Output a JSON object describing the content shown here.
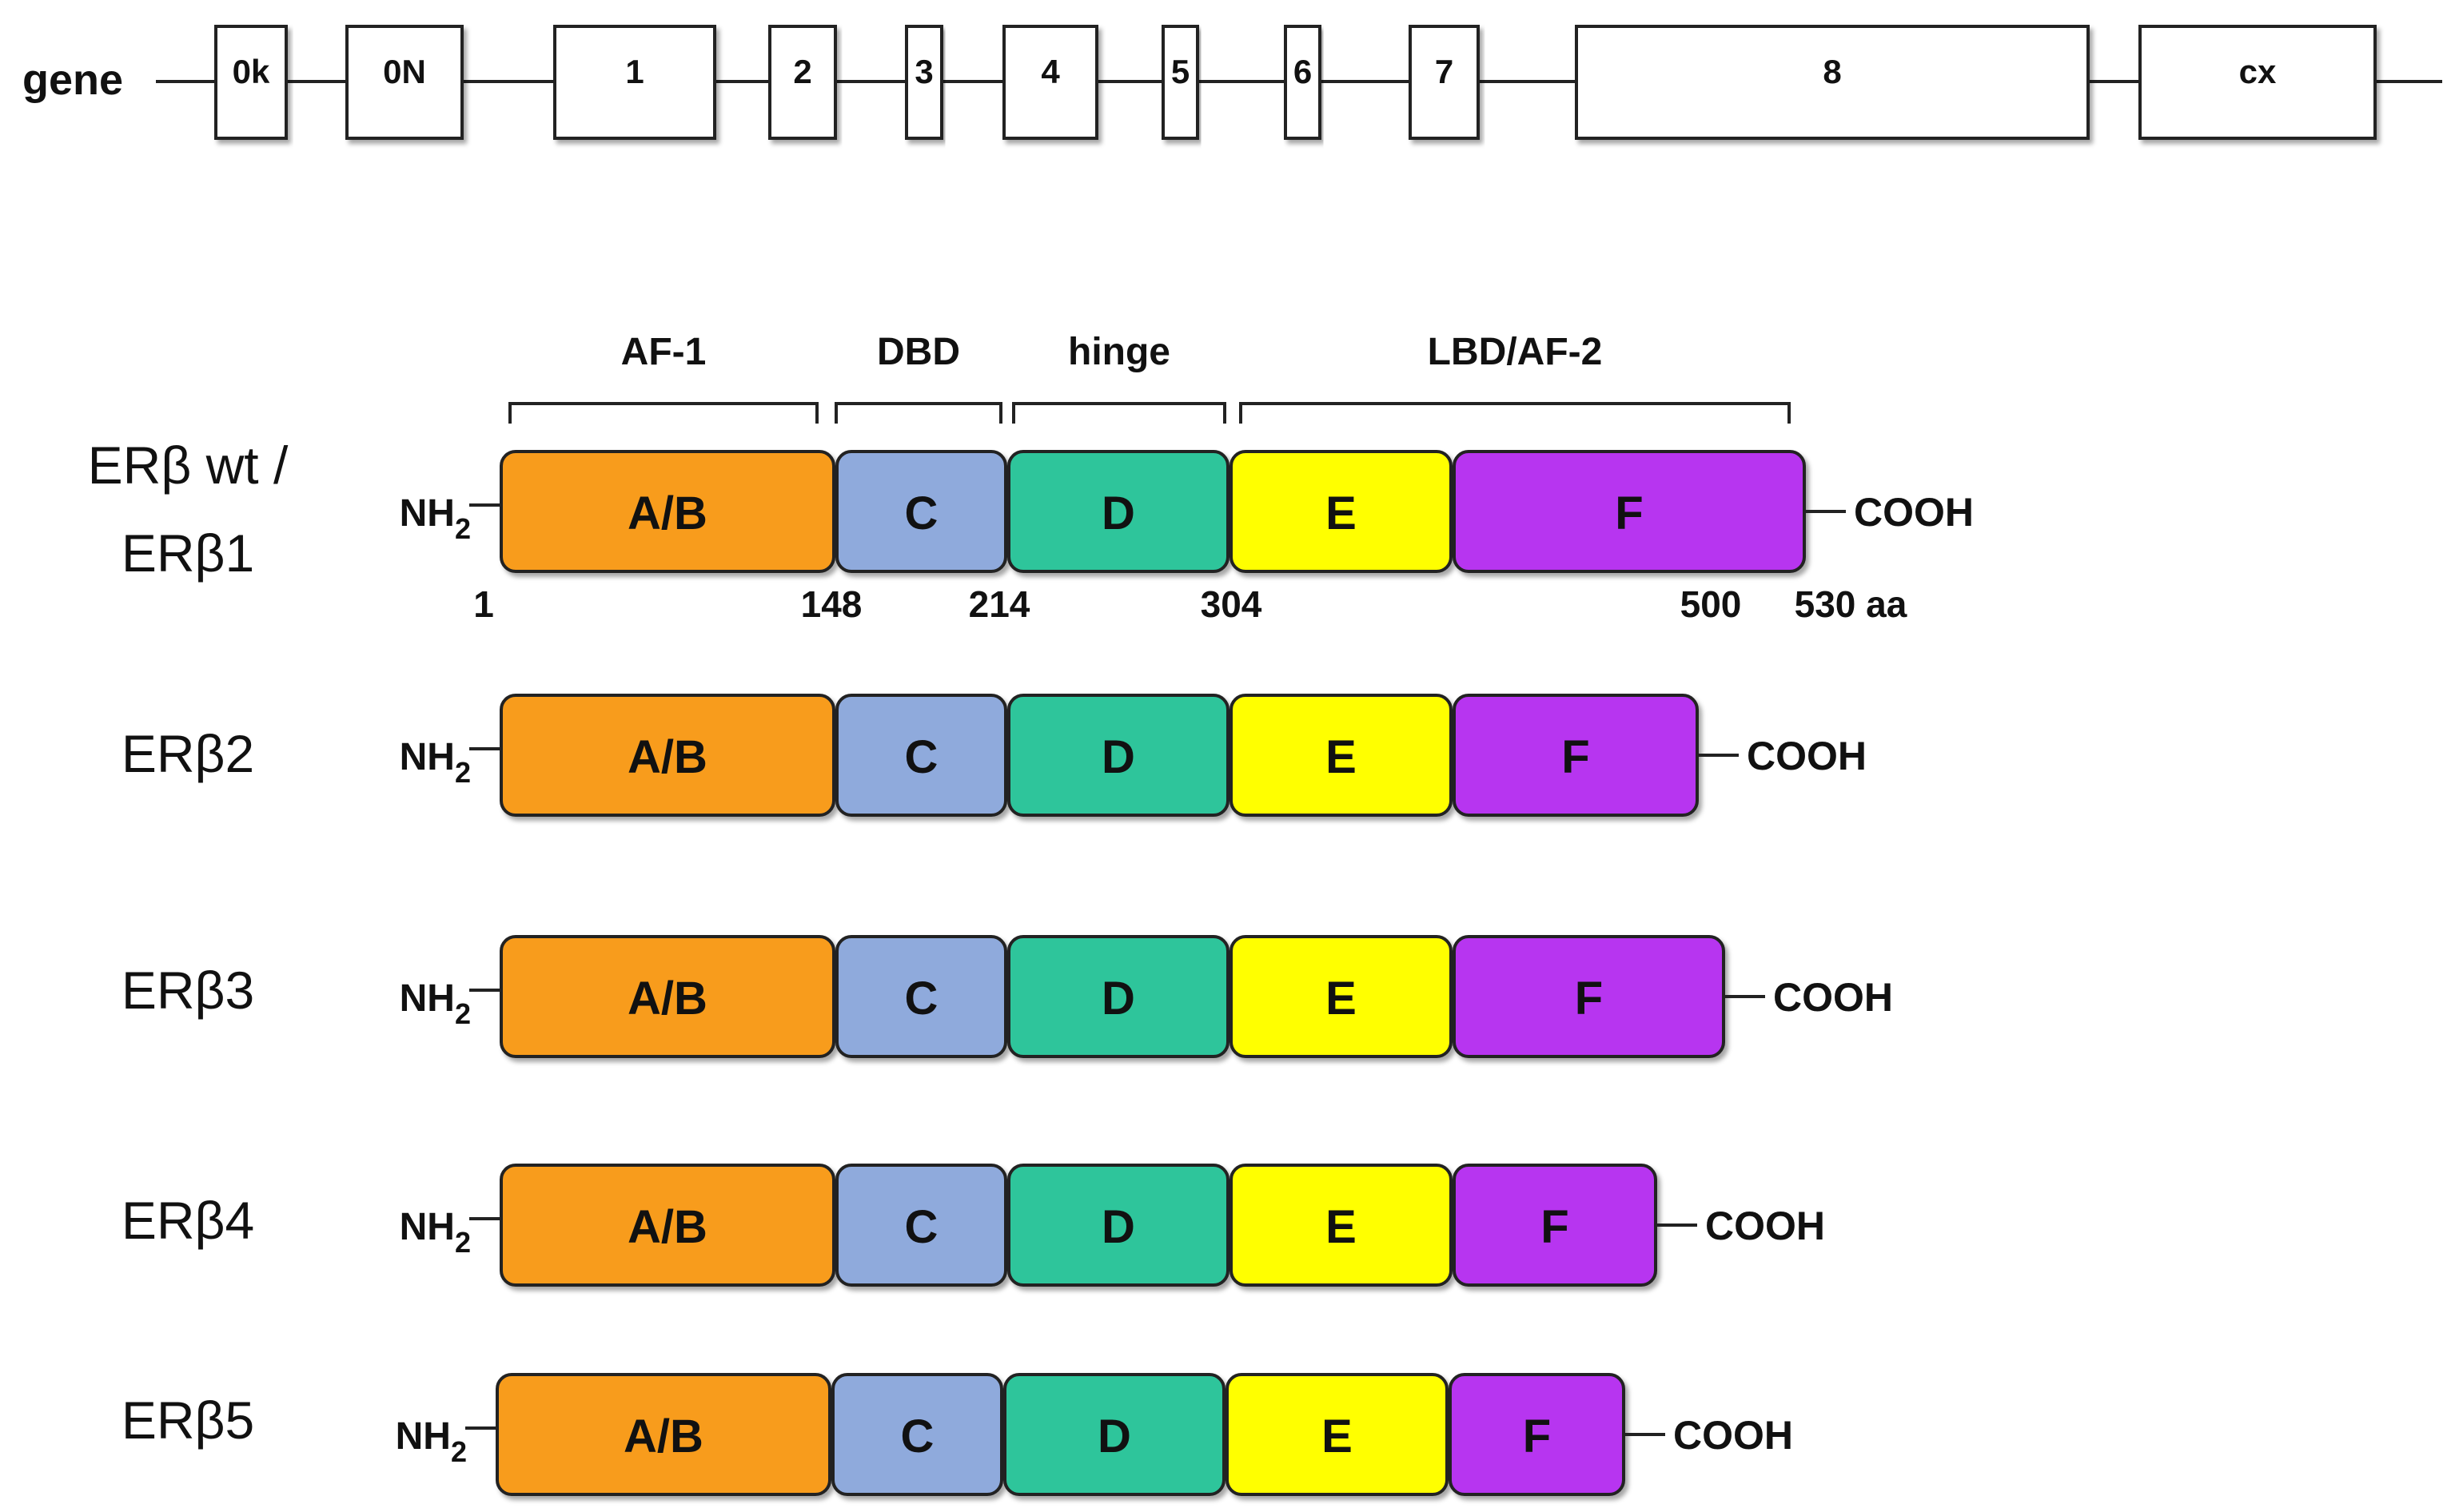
{
  "gene": {
    "label": "gene",
    "exons": [
      "0k",
      "0N",
      "1",
      "2",
      "3",
      "4",
      "5",
      "6",
      "7",
      "8",
      "cx"
    ]
  },
  "domain_groups": [
    "AF-1",
    "DBD",
    "hinge",
    "LBD/AF-2"
  ],
  "terminals": {
    "n": "NH",
    "n_sub": "2",
    "c": "COOH"
  },
  "domain_colors": {
    "A/B": "#f89c1c",
    "C": "#8faadc",
    "D": "#2ec59b",
    "E": "#ffff00",
    "F": "#b735f0"
  },
  "positions": [
    "1",
    "148",
    "214",
    "304",
    "500",
    "530 aa"
  ],
  "isoforms": [
    {
      "name_lines": [
        "ERβ wt /",
        "ERβ1"
      ],
      "domains": [
        "A/B",
        "C",
        "D",
        "E",
        "F"
      ]
    },
    {
      "name_lines": [
        "ERβ2"
      ],
      "domains": [
        "A/B",
        "C",
        "D",
        "E",
        "F"
      ]
    },
    {
      "name_lines": [
        "ERβ3"
      ],
      "domains": [
        "A/B",
        "C",
        "D",
        "E",
        "F"
      ]
    },
    {
      "name_lines": [
        "ERβ4"
      ],
      "domains": [
        "A/B",
        "C",
        "D",
        "E",
        "F"
      ]
    },
    {
      "name_lines": [
        "ERβ5"
      ],
      "domains": [
        "A/B",
        "C",
        "D",
        "E",
        "F"
      ]
    }
  ]
}
